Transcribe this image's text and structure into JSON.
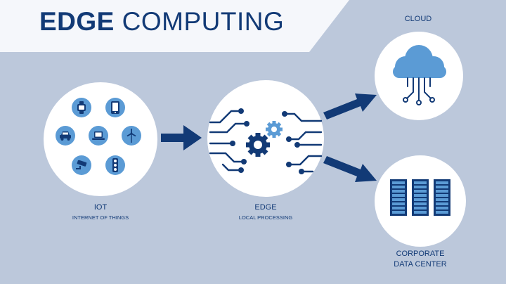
{
  "title": {
    "bold": "EDGE",
    "light": "COMPUTING"
  },
  "nodes": {
    "iot": {
      "title": "IOT",
      "subtitle": "INTERNET OF THINGS"
    },
    "edge": {
      "title": "EDGE",
      "subtitle": "LOCAL PROCESSING"
    },
    "cloud": {
      "title": "CLOUD"
    },
    "datacenter": {
      "title_line1": "CORPORATE",
      "title_line2": "DATA CENTER"
    }
  },
  "iot_icons": [
    "smartwatch-icon",
    "smartphone-icon",
    "car-icon",
    "laptop-icon",
    "wind-turbine-icon",
    "security-camera-icon",
    "traffic-light-icon"
  ],
  "colors": {
    "background": "#bcc8db",
    "banner": "#f5f7fb",
    "navy": "#123a76",
    "accent_blue": "#5b9bd5",
    "white": "#ffffff"
  }
}
